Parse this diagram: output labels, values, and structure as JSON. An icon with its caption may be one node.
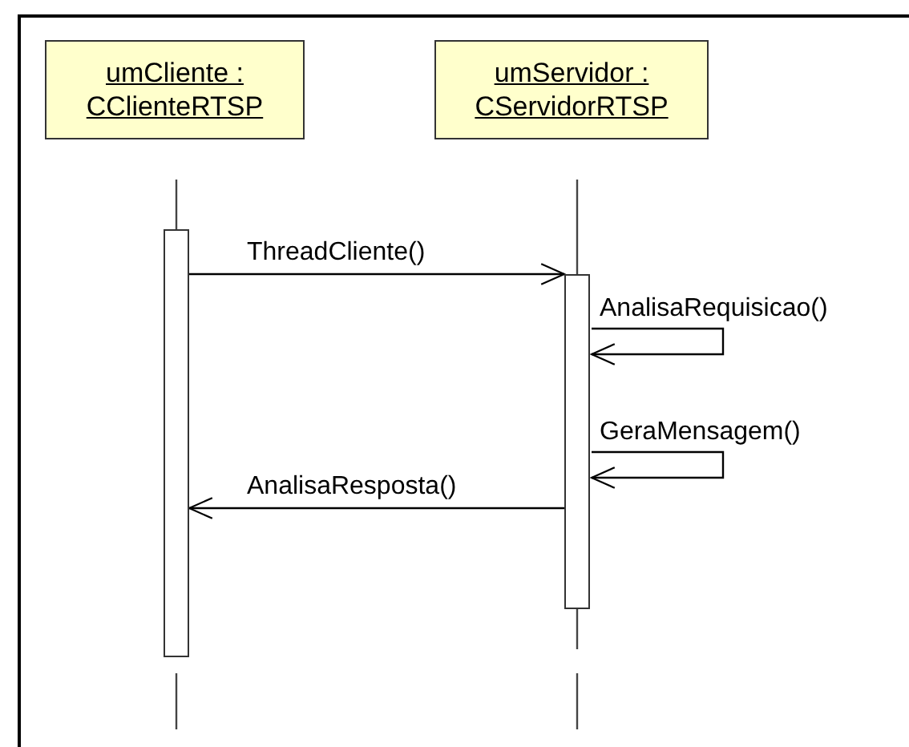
{
  "diagram": {
    "nodes": [
      {
        "text": [
          "umCliente : CClienteRTSP"
        ]
      },
      {
        "text": [
          "umServidor : CServidorRTSP"
        ]
      },
      {
        "text": [],
        "shape": "bar"
      },
      {
        "text": [],
        "shape": "bar"
      }
    ],
    "edges": [
      {
        "from": 2,
        "to": 3,
        "arrow": "to",
        "label": "ThreadCliente()"
      },
      {
        "from": 3,
        "to": 3,
        "arrow": "to",
        "label": "AnalisaRequisicao()"
      },
      {
        "from": 3,
        "to": 3,
        "arrow": "to",
        "label": "GeraMensagem()"
      },
      {
        "from": 3,
        "to": 2,
        "arrow": "to",
        "label": "AnalisaResposta()"
      }
    ]
  }
}
